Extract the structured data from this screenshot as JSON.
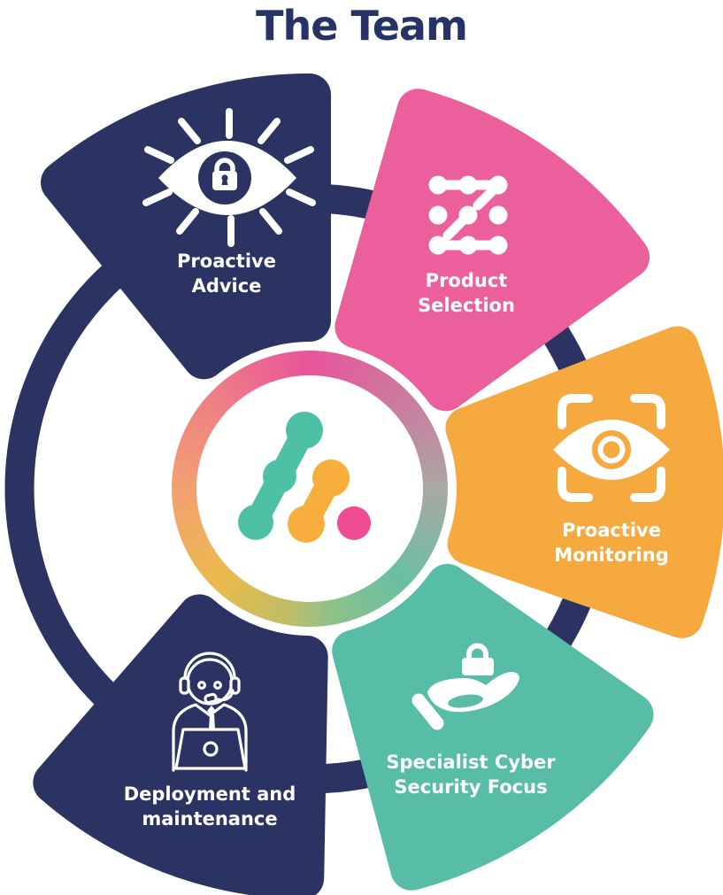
{
  "title": "The Team",
  "colors": {
    "navy": "#2b3363",
    "pink": "#ec5f9d",
    "orange": "#f6a93e",
    "teal": "#57bda6",
    "logo_teal": "#4ec0a6",
    "logo_orange": "#f8ae3c",
    "logo_pink": "#ee4b92",
    "title_text": "#273266",
    "label_text": "#ffffff"
  },
  "ring_gradient": [
    "#e8549b 0deg",
    "#c287a1 60deg",
    "#aaa8a2 90deg",
    "#68bfa4 135deg",
    "#8ec189 170deg",
    "#c0bd66 190deg",
    "#ecba4c 225deg",
    "#f2a071 270deg",
    "#ee7d85 315deg",
    "#e8549b 360deg"
  ],
  "segments": [
    {
      "label_line1": "Proactive",
      "label_line2": "Advice",
      "icon": "eye-lock-icon",
      "color": "navy"
    },
    {
      "label_line1": "Product",
      "label_line2": "Selection",
      "icon": "pattern-dots-icon",
      "color": "pink"
    },
    {
      "label_line1": "Proactive",
      "label_line2": "Monitoring",
      "icon": "scan-eye-icon",
      "color": "orange"
    },
    {
      "label_line1": "Specialist Cyber",
      "label_line2": "Security Focus",
      "icon": "hand-lock-icon",
      "color": "teal"
    },
    {
      "label_line1": "Deployment and",
      "label_line2": "maintenance",
      "icon": "support-agent-icon",
      "color": "navy"
    }
  ]
}
